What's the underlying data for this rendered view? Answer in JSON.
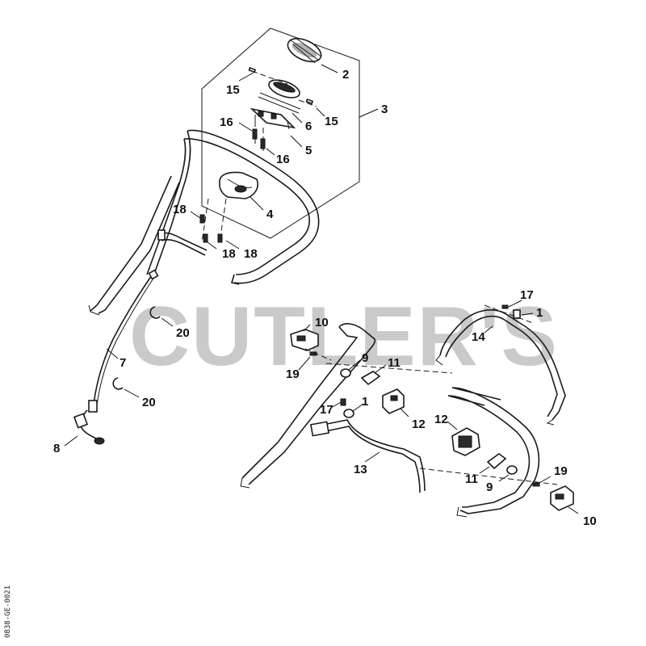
{
  "watermark": "CUTLER'S",
  "drawing_ref": "0838-GE-0021",
  "callouts": {
    "c2": "2",
    "c3": "3",
    "c15a": "15",
    "c15b": "15",
    "c16a": "16",
    "c6": "6",
    "c5": "5",
    "c16b": "16",
    "c4": "4",
    "c18a": "18",
    "c18b": "18",
    "c18c": "18",
    "c20a": "20",
    "c7": "7",
    "c20b": "20",
    "c8": "8",
    "c17a": "17",
    "c1a": "1",
    "c14": "14",
    "c10a": "10",
    "c9a": "9",
    "c11a": "11",
    "c19a": "19",
    "c17b": "17",
    "c1b": "1",
    "c12a": "12",
    "c12b": "12",
    "c13": "13",
    "c11b": "11",
    "c9b": "9",
    "c19b": "19",
    "c10b": "10"
  }
}
